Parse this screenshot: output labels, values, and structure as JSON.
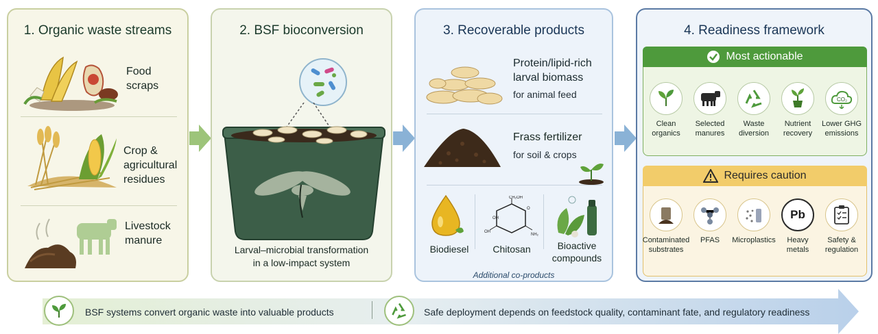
{
  "panels": {
    "waste": {
      "title": "1. Organic waste streams",
      "items": [
        "Food\nscraps",
        "Crop &\nagricultural\nresidues",
        "Livestock\nmanure"
      ]
    },
    "bsf": {
      "title": "2. BSF bioconversion",
      "caption": "Larval–microbial transformation\nin a low-impact system"
    },
    "products": {
      "title": "3. Recoverable products",
      "protein_title": "Protein/lipid-rich\nlarval biomass",
      "protein_sub": "for animal feed",
      "frass_title": "Frass fertilizer",
      "frass_sub": "for soil & crops",
      "coproducts": [
        "Biodiesel",
        "Chitosan",
        "Bioactive\ncompounds"
      ],
      "coproducts_caption": "Additional co-products",
      "chitosan_labels": {
        "top": "CH₂OH",
        "oh1": "OH",
        "oh2": "OH",
        "nh": "NH₂",
        "o": "O"
      }
    },
    "readiness": {
      "title": "4. Readiness framework",
      "actionable_label": "Most actionable",
      "actionable_items": [
        "Clean\norganics",
        "Selected\nmanures",
        "Waste\ndiversion",
        "Nutrient\nrecovery",
        "Lower GHG\nemissions"
      ],
      "co2_label": "CO₂",
      "caution_label": "Requires caution",
      "caution_items": [
        "Contaminated\nsubstrates",
        "PFAS",
        "Microplastics",
        "Heavy\nmetals",
        "Safety &\nregulation"
      ],
      "pb_label": "Pb"
    }
  },
  "footer": {
    "left": "BSF systems convert organic waste into valuable products",
    "right": "Safe deployment depends on feedstock quality, contaminant fate, and regulatory readiness"
  },
  "colors": {
    "green_banner": "#4e9a3c",
    "yellow_banner": "#f2cc6a",
    "blue_border": "#5b7aa4",
    "arrow_green": "#9dc47a",
    "arrow_blue": "#8ab2d6"
  }
}
